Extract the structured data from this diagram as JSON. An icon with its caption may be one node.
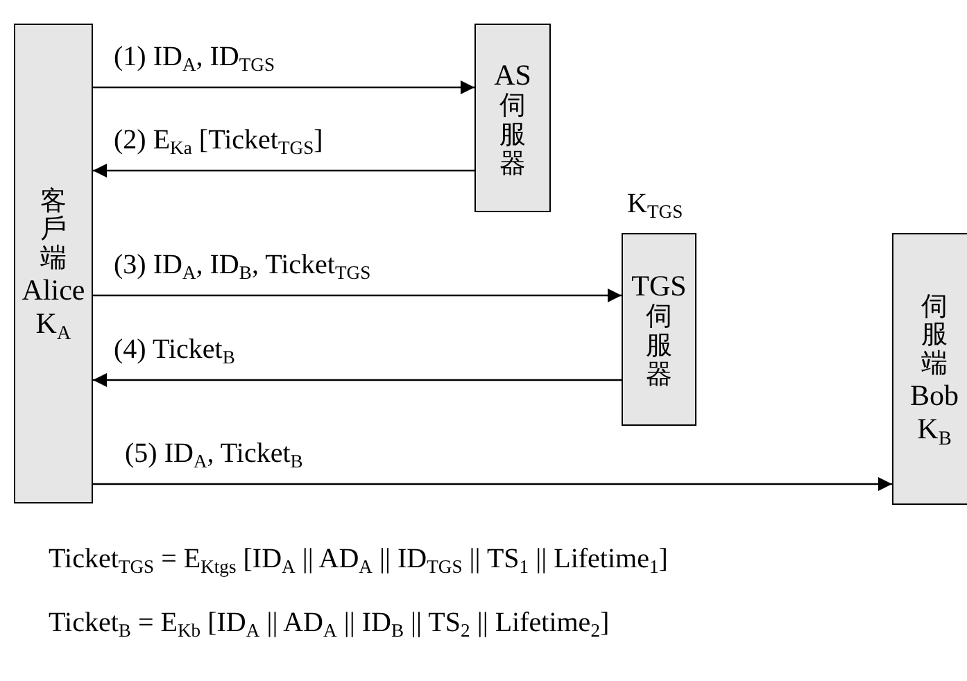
{
  "diagram": {
    "nodes": [
      {
        "text": [
          "客戶端",
          "Alice",
          "K$_{A}$"
        ]
      },
      {
        "text": [
          "AS",
          "伺服器"
        ]
      },
      {
        "text": [
          "TGS",
          "伺服器"
        ],
        "beside": [
          "K$_{TGS}$"
        ]
      },
      {
        "text": [
          "伺服端",
          "Bob",
          "K$_{B}$"
        ]
      }
    ],
    "edges": [
      {
        "from": 0,
        "to": 1,
        "arrow": "to",
        "label": "(1) ID$_{A}$, ID$_{TGS}$"
      },
      {
        "from": 1,
        "to": 0,
        "arrow": "to",
        "label": "(2) E$_{Ka}$ [Ticket$_{TGS}$]"
      },
      {
        "from": 0,
        "to": 2,
        "arrow": "to",
        "label": "(3) ID$_{A}$, ID$_{B}$, Ticket$_{TGS}$"
      },
      {
        "from": 2,
        "to": 0,
        "arrow": "to",
        "label": "(4) Ticket$_{B}$"
      },
      {
        "from": 0,
        "to": 3,
        "arrow": "to",
        "label": "(5) ID$_{A}$, Ticket$_{B}$"
      }
    ],
    "labels": [
      "Ticket$_{TGS}$ = E$_{Ktgs}$ [ID$_{A}$ || AD$_{A}$ || ID$_{TGS}$ || TS$_{1}$ || Lifetime$_{1}$]",
      "Ticket$_{B}$ = E$_{Kb}$ [ID$_{A}$ || AD$_{A}$ || ID$_{B}$ || TS$_{2}$ || Lifetime$_{2}$]"
    ]
  }
}
